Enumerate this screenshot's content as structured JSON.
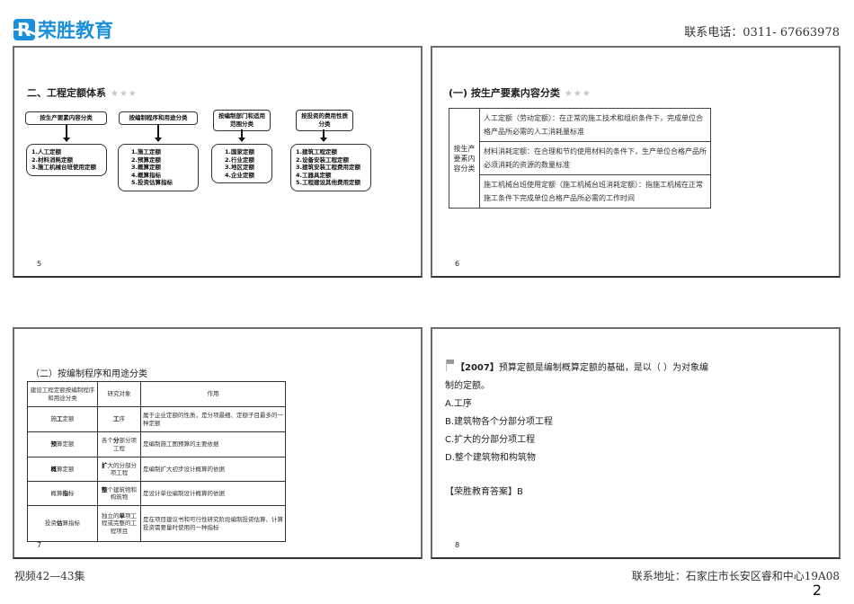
{
  "header": {
    "logo_text": "荣胜教育",
    "logo_mark": "R",
    "phone": "联系电话：0311- 67663978"
  },
  "slides": [
    {
      "page": "5",
      "title": "二、工程定额体系",
      "stars": "★★★",
      "groups": [
        {
          "heading": "按生产要素内容分类",
          "items": [
            "1.人工定额",
            "2.材料消耗定额",
            "3.施工机械台班使用定额"
          ]
        },
        {
          "heading": "按编制程序和用途分类",
          "items": [
            "1.施工定额",
            "2.预算定额",
            "3.概算定额",
            "4.概算指标",
            "5.投资估算指标"
          ]
        },
        {
          "heading": "按编制部门和适用范围分类",
          "items": [
            "1.国家定额",
            "2.行业定额",
            "3.地区定额",
            "4.企业定额"
          ]
        },
        {
          "heading": "按投资的费用性质分类",
          "items": [
            "1.建筑工程定额",
            "2.设备安装工程定额",
            "3.建筑安装工程费用定额",
            "4.工器具定额",
            "5.工程建设其他费用定额"
          ]
        }
      ]
    },
    {
      "page": "6",
      "title": "(一) 按生产要素内容分类",
      "stars": "★★★",
      "category": "按生产要素内容分类",
      "rows": [
        "人工定额（劳动定额）：在正常的施工技术和组织条件下，完成单位合格产品所必需的人工消耗量标准",
        "材料消耗定额：在合理和节约使用材料的条件下，生产单位合格产品所必须消耗的资源的数量标准",
        "施工机械台班使用定额（施工机械台班消耗定额）：指施工机械在正常施工条件下完成单位合格产品所必需的工作时间"
      ]
    },
    {
      "page": "7",
      "title": "（二）按编制程序和用途分类",
      "table": {
        "headers": [
          "建设工程定额按编制程序和用途分类",
          "研究对象",
          "作用"
        ],
        "rows": [
          {
            "type_pre": "施",
            "type_bold": "工",
            "type_post": "定额",
            "obj_pre": "",
            "obj_bold": "工",
            "obj_post": "序",
            "role": "属于企业定额的性质，是分项最细、定额子目最多的一种定额"
          },
          {
            "type_pre": "",
            "type_bold": "预",
            "type_post": "算定额",
            "obj_pre": "各个",
            "obj_bold": "分",
            "obj_post": "部分项工程",
            "role": "是编制施工图预算的主要依据"
          },
          {
            "type_pre": "",
            "type_bold": "概",
            "type_post": "算定额",
            "obj_pre": "",
            "obj_bold": "扩",
            "obj_post": "大的分部分项工程",
            "role": "是编制扩大初步设计概算的依据"
          },
          {
            "type_pre": "概算",
            "type_bold": "指",
            "type_post": "标",
            "obj_pre": "",
            "obj_bold": "整",
            "obj_post": "个建筑物和构筑物",
            "role": "是设计单位编制设计概算的依据"
          },
          {
            "type_pre": "投资",
            "type_bold": "估",
            "type_post": "算指标",
            "obj_pre": "独立的",
            "obj_bold": "单",
            "obj_post": "项工程或完整的工程项目",
            "role": "是在项目建议书和可行性研究阶段编制投资估算、计算投资需要量时使用的一种指标"
          }
        ]
      }
    },
    {
      "page": "8",
      "question": {
        "year": "【2007】",
        "stem": "预算定额是编制概算定额的基础，是以（  ）为对象编制的定额。",
        "options": [
          "A.工序",
          "B.建筑物各个分部分项工程",
          "C.扩大的分部分项工程",
          "D.整个建筑物和构筑物"
        ],
        "answer": "【荣胜教育答案】B"
      }
    }
  ],
  "footer": {
    "left": "视频42—43集",
    "right": "联系地址：石家庄市长安区睿和中心19A08",
    "page_index": "2"
  }
}
